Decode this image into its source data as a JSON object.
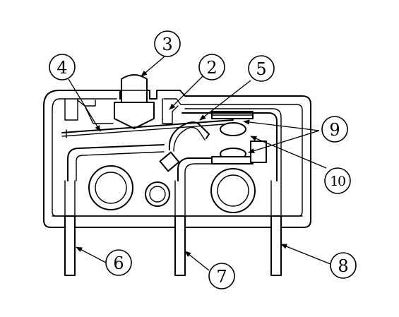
{
  "callouts": [
    {
      "id": "label-2",
      "text": "②"
    },
    {
      "id": "label-3",
      "text": "③"
    },
    {
      "id": "label-4",
      "text": "④"
    },
    {
      "id": "label-5",
      "text": "⑤"
    },
    {
      "id": "label-6",
      "text": "⑥"
    },
    {
      "id": "label-7",
      "text": "⑦"
    },
    {
      "id": "label-8",
      "text": "⑧"
    },
    {
      "id": "label-9",
      "text": "⑨"
    },
    {
      "id": "label-10",
      "text": "⑩"
    }
  ],
  "labels": {
    "two": "2",
    "three": "3",
    "four": "4",
    "five": "5",
    "six": "6",
    "seven": "7",
    "eight": "8",
    "nine": "9",
    "ten": "10"
  },
  "colors": {
    "stroke": "#000000",
    "background": "#ffffff"
  }
}
